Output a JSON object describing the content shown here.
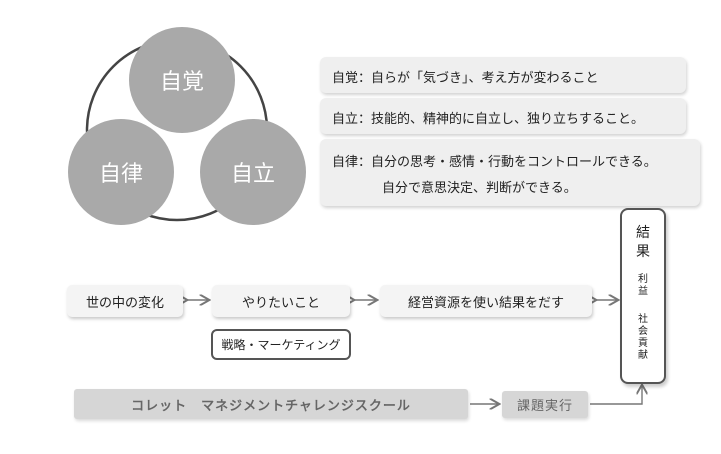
{
  "circles": {
    "jikaku": "自覚",
    "jiritsu_stand": "自立",
    "jiritsu_law": "自律"
  },
  "definitions": {
    "jikaku": "自覚：自らが「気づき」、考え方が変わること",
    "jiritsu_stand": "自立：技能的、精神的に自立し、独り立ちすること。",
    "jiritsu_law_line1": "自律：自分の思考・感情・行動をコントロールできる。",
    "jiritsu_law_line2": "自分で意思決定、判断ができる。"
  },
  "flow": {
    "change": "世の中の変化",
    "want": "やりたいこと",
    "strategy": "戦略・マーケティング",
    "management": "経営資源を使い結果をだす",
    "school": "コレット　マネジメントチャレンジスクール",
    "task": "課題実行"
  },
  "result": {
    "title_chars": [
      "結",
      "果"
    ],
    "sub1_chars": [
      "利",
      "益"
    ],
    "sub2_chars": [
      "社",
      "会",
      "貢",
      "献"
    ]
  },
  "colors": {
    "circle_fill": "#a9a9a9",
    "box_fill": "#efefef",
    "border": "#555555"
  }
}
